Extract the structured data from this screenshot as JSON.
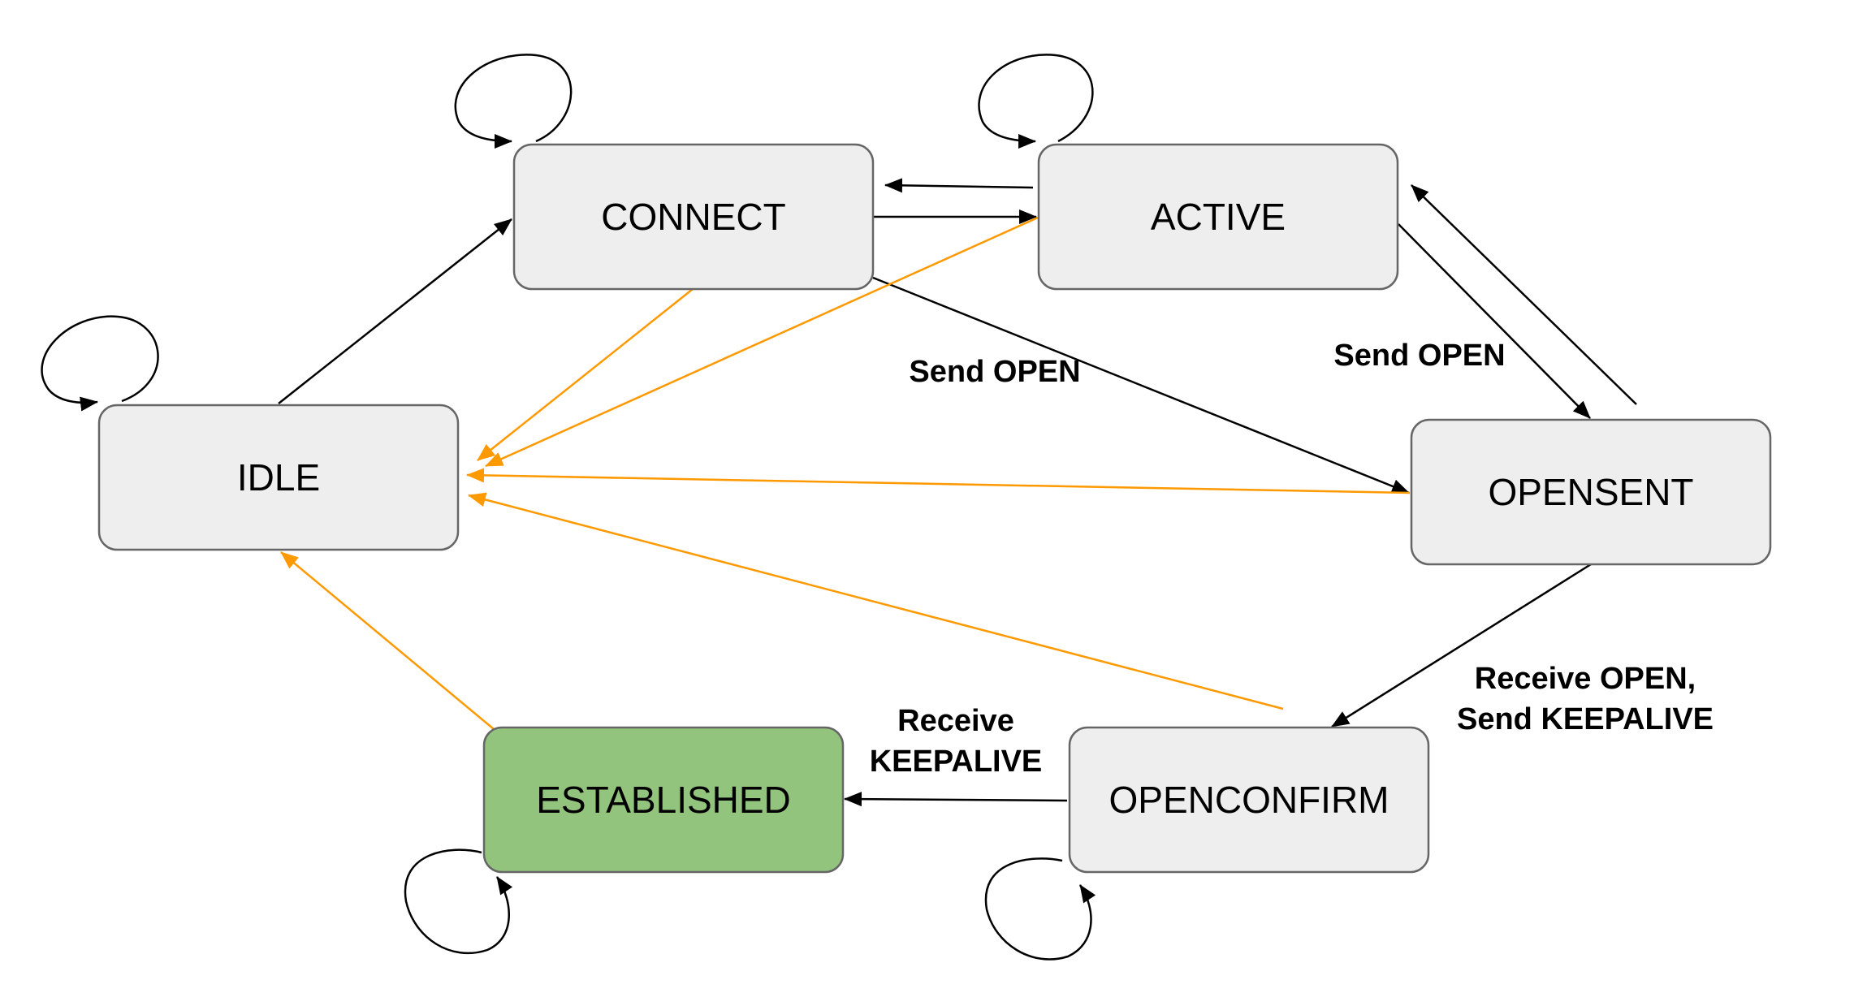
{
  "colors": {
    "state_fill": "#eeeeee",
    "established_fill": "#93c47d",
    "stroke": "#666666",
    "arrow_black": "#000000",
    "arrow_orange": "#ff9900"
  },
  "states": {
    "connect": {
      "label": "CONNECT"
    },
    "active": {
      "label": "ACTIVE"
    },
    "idle": {
      "label": "IDLE"
    },
    "opensent": {
      "label": "OPENSENT"
    },
    "established": {
      "label": "ESTABLISHED"
    },
    "openconfirm": {
      "label": "OPENCONFIRM"
    }
  },
  "edge_labels": {
    "connect_to_opensent": "Send OPEN",
    "active_to_opensent": "Send OPEN",
    "opensent_to_openconfirm_line1": "Receive OPEN,",
    "opensent_to_openconfirm_line2": "Send KEEPALIVE",
    "openconfirm_to_established_line1": "Receive",
    "openconfirm_to_established_line2": "KEEPALIVE"
  }
}
